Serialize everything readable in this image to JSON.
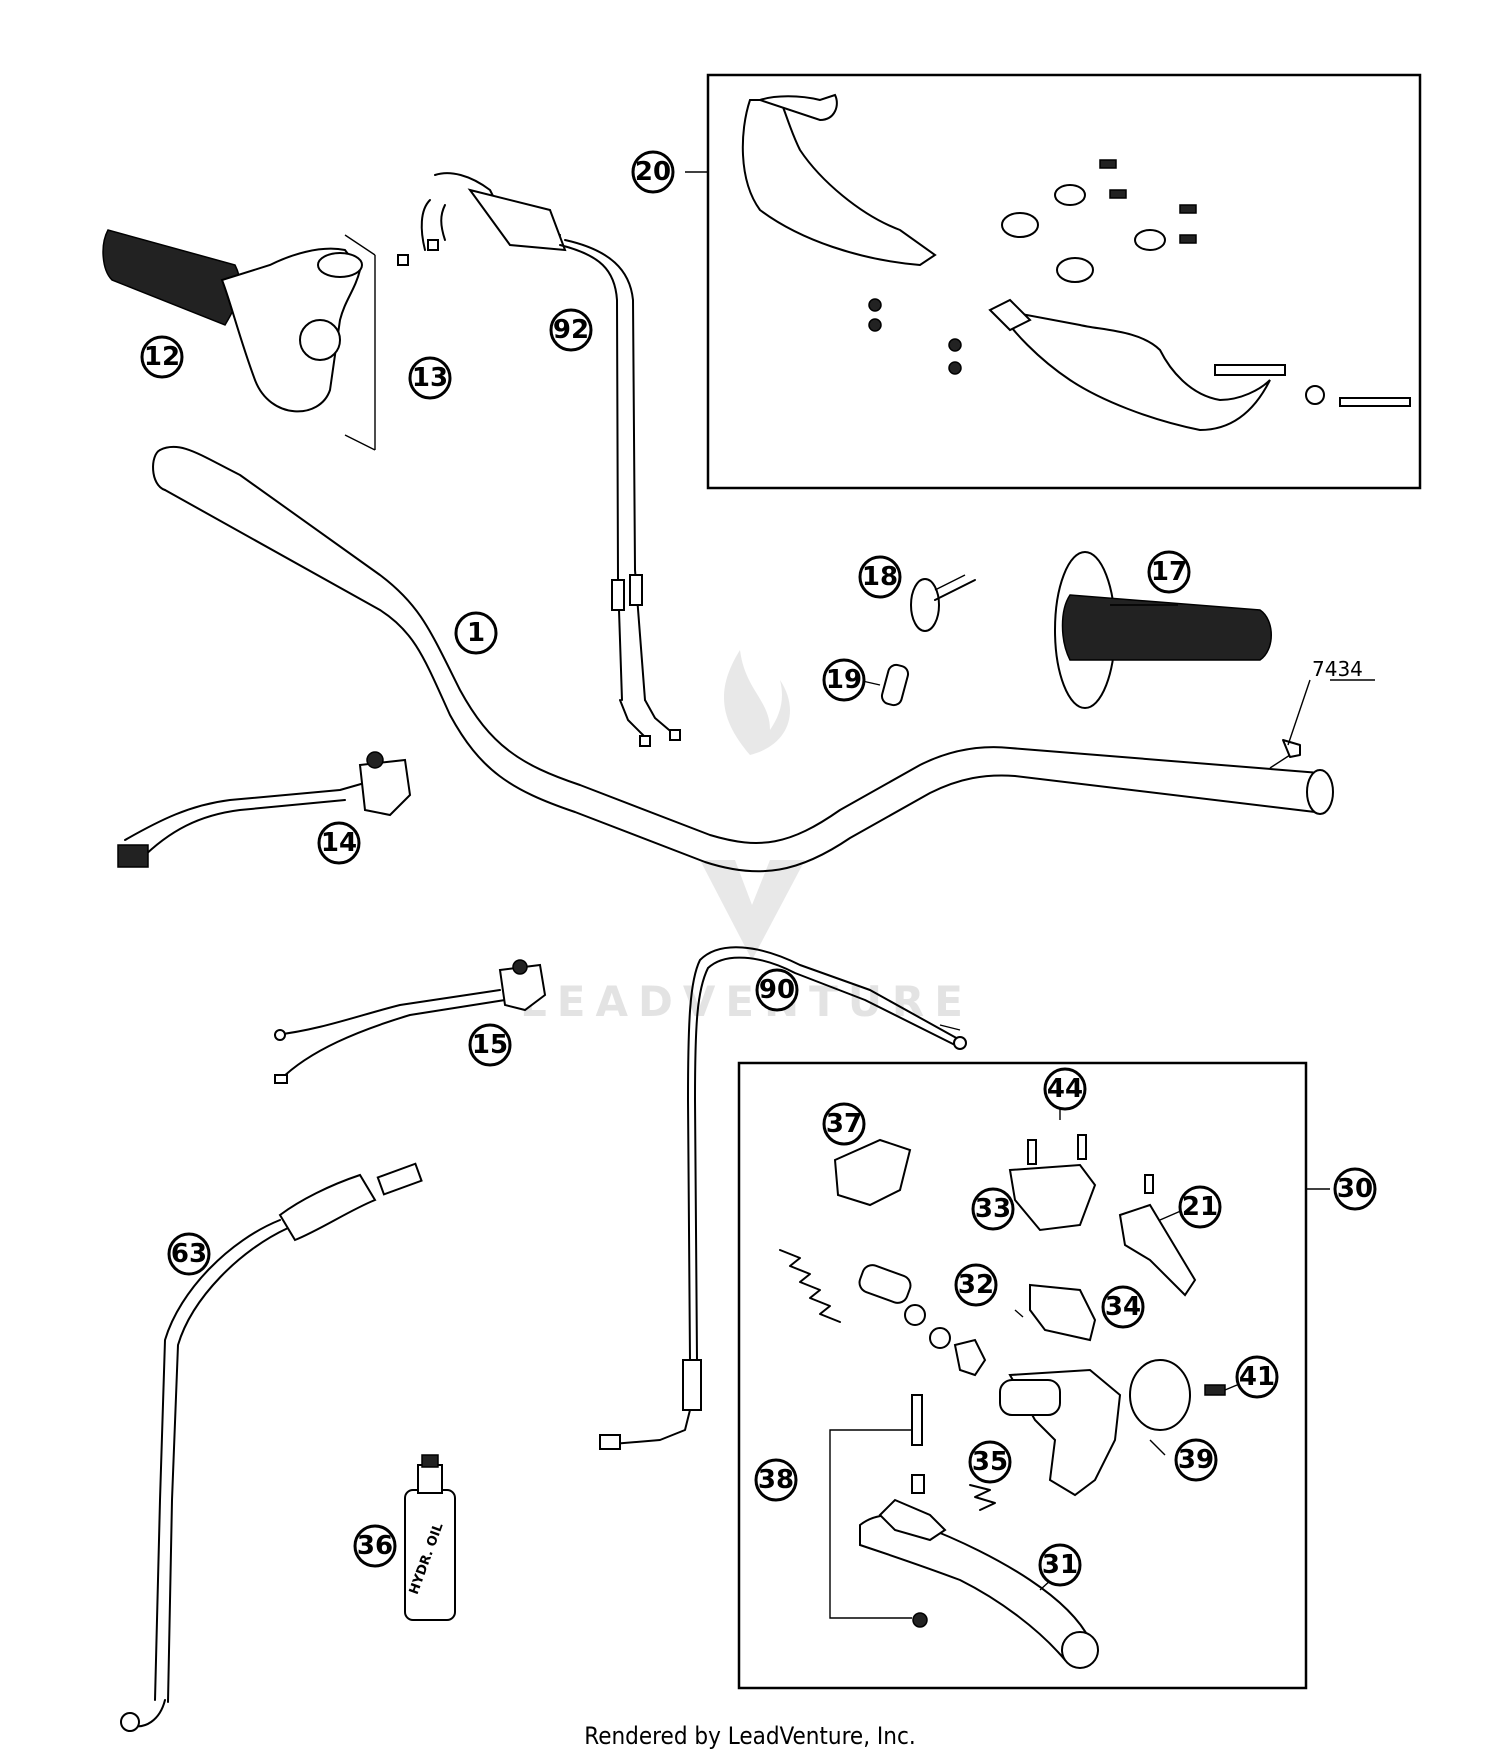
{
  "diagram": {
    "parts": [
      {
        "label": "1"
      },
      {
        "label": "12"
      },
      {
        "label": "13"
      },
      {
        "label": "14"
      },
      {
        "label": "15"
      },
      {
        "label": "17"
      },
      {
        "label": "18"
      },
      {
        "label": "19"
      },
      {
        "label": "20"
      },
      {
        "label": "21"
      },
      {
        "label": "30"
      },
      {
        "label": "31"
      },
      {
        "label": "32"
      },
      {
        "label": "33"
      },
      {
        "label": "34"
      },
      {
        "label": "35"
      },
      {
        "label": "36"
      },
      {
        "label": "37"
      },
      {
        "label": "38"
      },
      {
        "label": "39"
      },
      {
        "label": "41"
      },
      {
        "label": "44"
      },
      {
        "label": "63"
      },
      {
        "label": "90"
      },
      {
        "label": "92"
      }
    ],
    "reference_number": "7434",
    "oil_bottle_label": "HYDR. OIL",
    "watermark": "LEADVENTURE"
  },
  "footer": {
    "credit": "Rendered by LeadVenture, Inc."
  }
}
